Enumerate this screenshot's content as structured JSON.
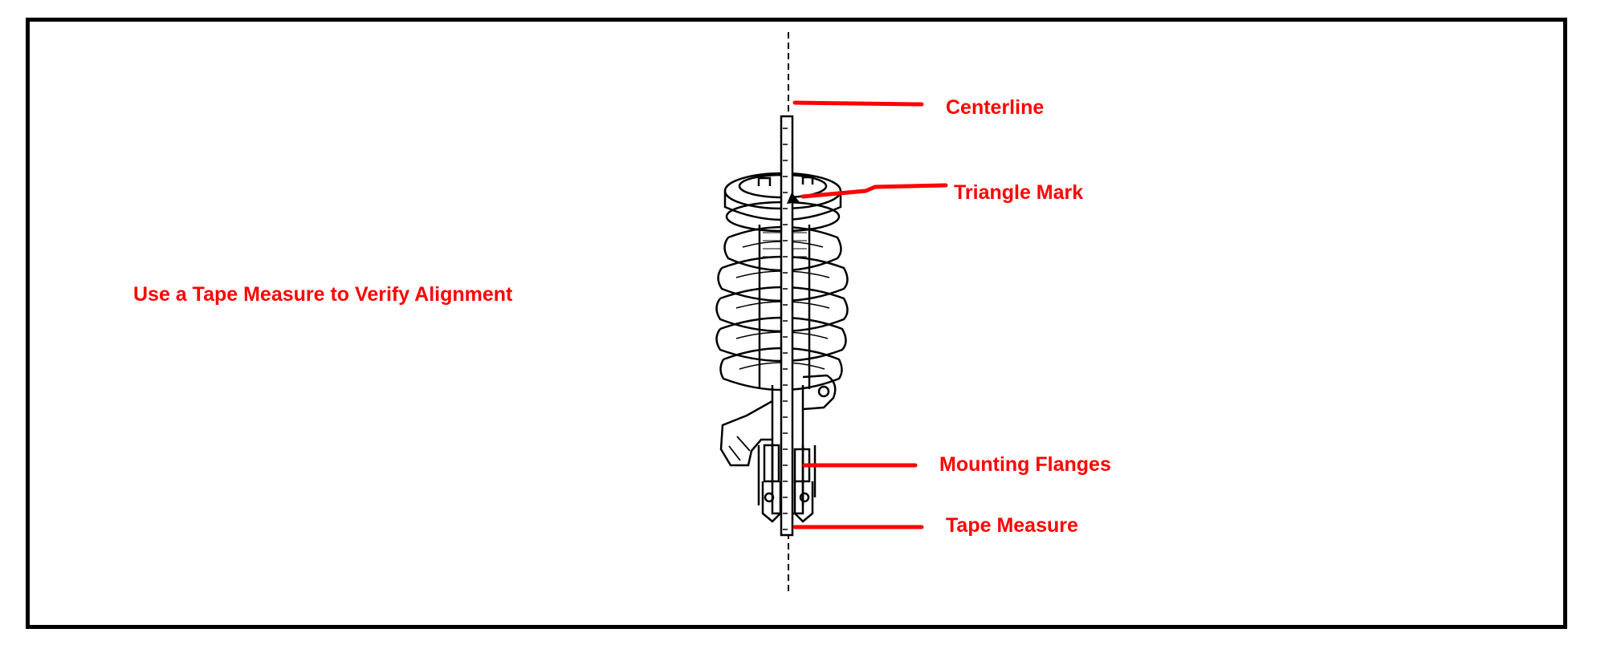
{
  "labels": {
    "main_caption": "Use a Tape Measure to Verify Alignment",
    "centerline": "Centerline",
    "triangle_mark": "Triangle Mark",
    "mounting_flanges": "Mounting Flanges",
    "tape_measure": "Tape Measure"
  },
  "colors": {
    "label_color": "#ff0000",
    "leader_color": "#ff0000",
    "drawing_color": "#000000",
    "frame_color": "#000000",
    "background": "#ffffff"
  }
}
